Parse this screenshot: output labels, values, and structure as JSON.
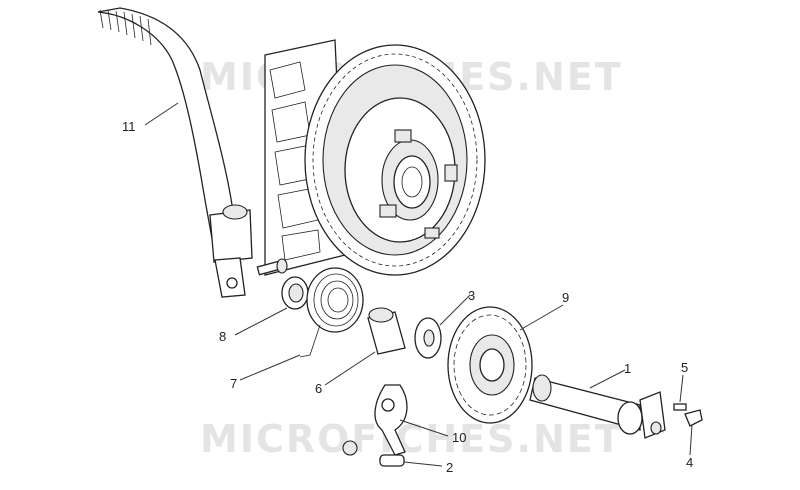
{
  "watermark": "MICROFICHES.NET",
  "callouts": [
    {
      "id": "1",
      "label": "1"
    },
    {
      "id": "2",
      "label": "2"
    },
    {
      "id": "3",
      "label": "3"
    },
    {
      "id": "4",
      "label": "4"
    },
    {
      "id": "5",
      "label": "5"
    },
    {
      "id": "6",
      "label": "6"
    },
    {
      "id": "7",
      "label": "7"
    },
    {
      "id": "8",
      "label": "8"
    },
    {
      "id": "9",
      "label": "9"
    },
    {
      "id": "10",
      "label": "10"
    },
    {
      "id": "11",
      "label": "11"
    }
  ]
}
